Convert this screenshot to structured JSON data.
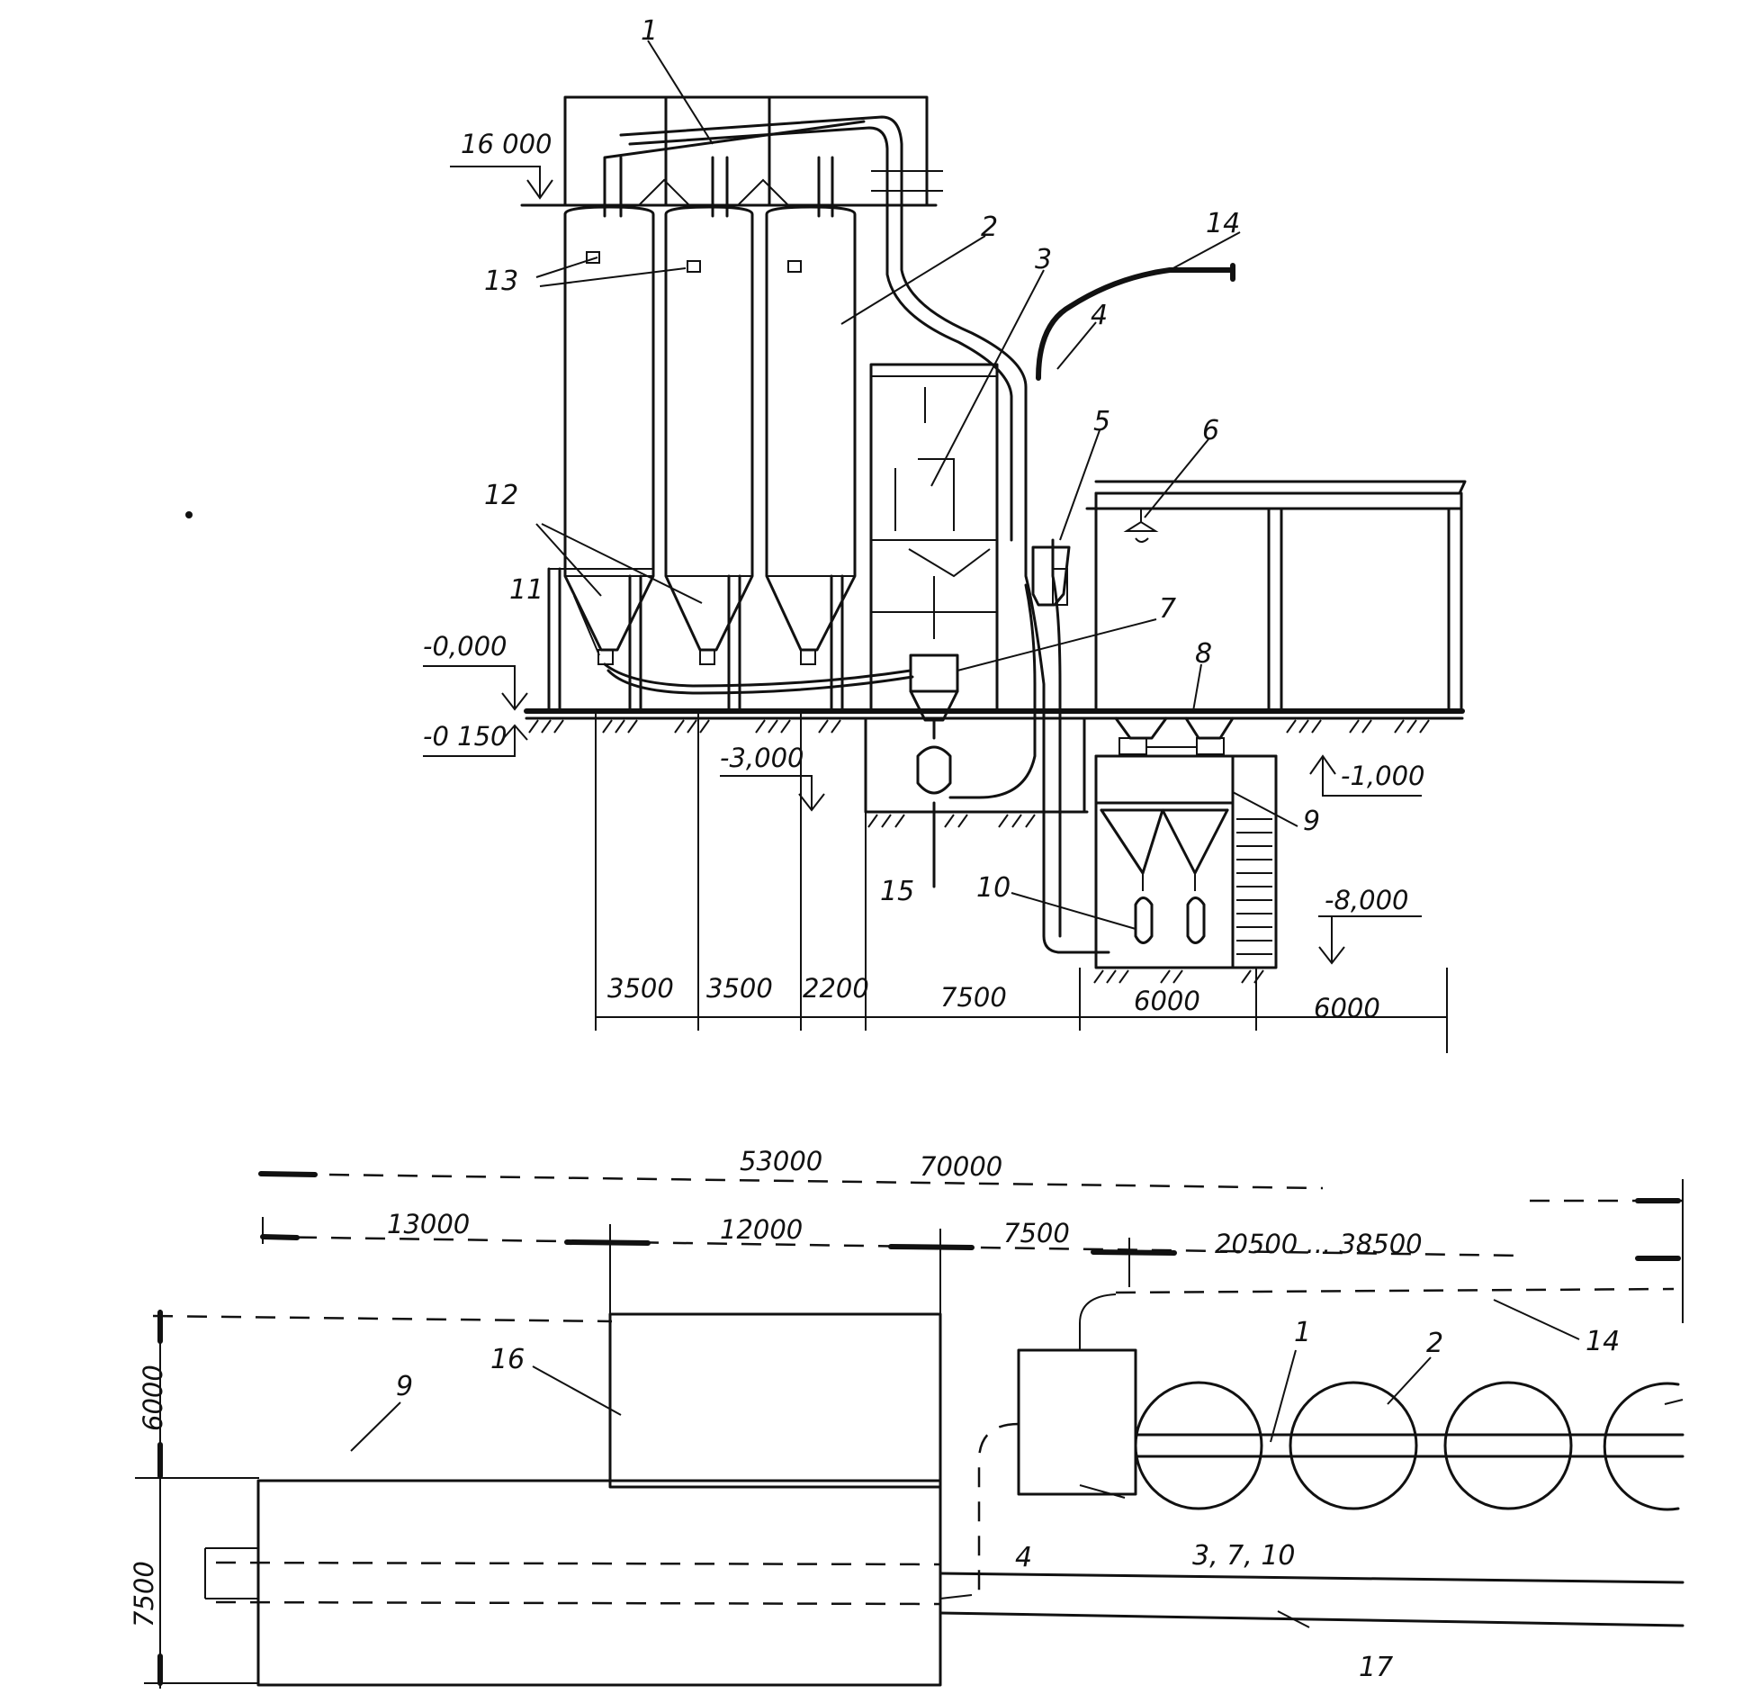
{
  "elevation_marks": [
    "16 000",
    "-0,000",
    "-0 150",
    "-3,000",
    "-1,000",
    "-8,000"
  ],
  "section_dimensions": [
    "3500",
    "3500",
    "2200",
    "7500",
    "6000",
    "6000"
  ],
  "section_labels": [
    "1",
    "2",
    "3",
    "4",
    "5",
    "6",
    "7",
    "8",
    "9",
    "10",
    "11",
    "12",
    "13",
    "14",
    "15"
  ],
  "plan_dimensions": {
    "overall_a": "53000",
    "overall_b": "70000",
    "left_span": "13000",
    "mid_span": "12000",
    "gap": "7500",
    "silo_span": "20500 ... 38500",
    "height_upper": "6000",
    "height_lower": "7500"
  },
  "plan_labels": [
    "16",
    "9",
    "4",
    "1",
    "2",
    "14",
    "3, 7, 10",
    "17"
  ]
}
